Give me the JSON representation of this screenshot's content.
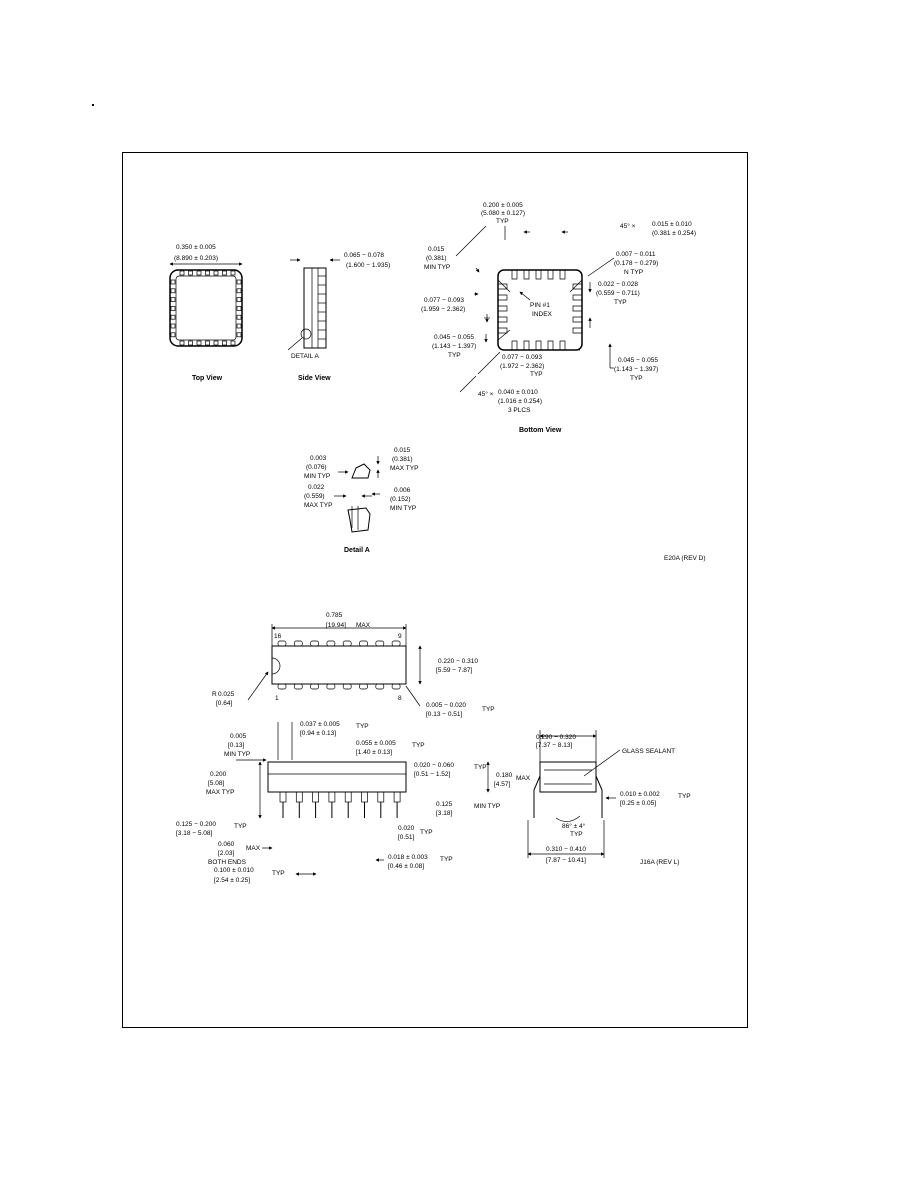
{
  "figure1": {
    "views": {
      "top": "Top View",
      "side": "Side View",
      "bottom": "Bottom View",
      "detail": "Detail A",
      "detail_callout": "DETAIL A"
    },
    "pin1": [
      "PIN #1",
      "INDEX"
    ],
    "dims": {
      "top_width": [
        "0.350 ± 0.005",
        "(8.890 ± 0.203)"
      ],
      "side_height": [
        "0.065 − 0.078",
        "(1.600 − 1.935)"
      ],
      "bot_top": [
        "0.200 ± 0.005",
        "(5.080 ± 0.127)",
        "TYP"
      ],
      "bot_chamfer": [
        "45° ×",
        "0.015 ± 0.010",
        "(0.381 ± 0.254)"
      ],
      "bot_left": [
        "0.015",
        "(0.381)",
        "MIN TYP"
      ],
      "bot_right1": [
        "0.007 − 0.011",
        "(0.178 − 0.279)",
        "N TYP"
      ],
      "bot_right2": [
        "0.022 − 0.028",
        "(0.559 − 0.711)",
        "TYP"
      ],
      "bot_midleft": [
        "0.077 − 0.093",
        "(1.959 − 2.362)"
      ],
      "bot_lowleft": [
        "0.045 − 0.055",
        "(1.143 − 1.397)",
        "TYP"
      ],
      "bot_lowmid": [
        "0.077 − 0.093",
        "(1.972 − 2.362)",
        "TYP"
      ],
      "bot_lowright": [
        "0.045 − 0.055",
        "(1.143 − 1.397)",
        "TYP"
      ],
      "bot_bottom": [
        "45° ×",
        "0.040 ± 0.010",
        "(1.016 ± 0.254)",
        "3 PLCS"
      ],
      "det_tl": [
        "0.003",
        "(0.076)",
        "MIN TYP"
      ],
      "det_ml": [
        "0.022",
        "(0.559)",
        "MAX TYP"
      ],
      "det_tr": [
        "0.015",
        "(0.381)",
        "MAX TYP"
      ],
      "det_mr": [
        "0.006",
        "(0.152)",
        "MIN TYP"
      ]
    },
    "code": "E20A (REV D)"
  },
  "figure2": {
    "pin_labels": [
      "16",
      "9",
      "1",
      "8"
    ],
    "dims": {
      "top_len": [
        "0.785",
        "[19.94]",
        "MAX"
      ],
      "body_w": [
        "0.220 − 0.310",
        "[5.59 − 7.87]"
      ],
      "notch": [
        "0.025",
        "[0.64]",
        "R"
      ],
      "end_gap": [
        "0.005 − 0.020",
        "[0.13 − 0.51]",
        "TYP"
      ],
      "shoulder": [
        "0.037 ± 0.005",
        "[0.94 ± 0.13]",
        "TYP"
      ],
      "shoulder2": [
        "0.055 ± 0.005",
        "[1.40 ± 0.13]",
        "TYP"
      ],
      "left_min": [
        "0.005",
        "[0.13]",
        "MIN TYP"
      ],
      "lead_w": [
        "0.020 − 0.060",
        "[0.51 − 1.52]",
        "TYP"
      ],
      "height": [
        "0.200",
        "[5.08]",
        "MAX TYP"
      ],
      "seat": [
        "0.180",
        "[4.57]",
        "MAX"
      ],
      "standoff": [
        "0.125 − 0.200",
        "[3.18 − 5.08]",
        "TYP"
      ],
      "lead_min": [
        "0.125",
        "[3.18]",
        "MIN TYP"
      ],
      "end_lead": [
        "0.060",
        "[2.03]",
        "MAX",
        "BOTH ENDS"
      ],
      "pin_t": [
        "0.020",
        "[0.51]",
        "TYP"
      ],
      "lead_dia": [
        "0.018 ± 0.003",
        "[0.46 ± 0.08]",
        "TYP"
      ],
      "pitch": [
        "0.100 ± 0.010",
        "[2.54 ± 0.25]",
        "TYP"
      ],
      "row_w": [
        "0.290 − 0.320",
        "[7.37 − 8.13]"
      ],
      "glass": "GLASS SEALANT",
      "lead_t": [
        "0.010 ± 0.002",
        "[0.25 ± 0.05]",
        "TYP"
      ],
      "angle": [
        "86° ± 4°",
        "TYP"
      ],
      "span": [
        "0.310 − 0.410",
        "[7.87 − 10.41]"
      ]
    },
    "code": "J16A (REV L)"
  }
}
